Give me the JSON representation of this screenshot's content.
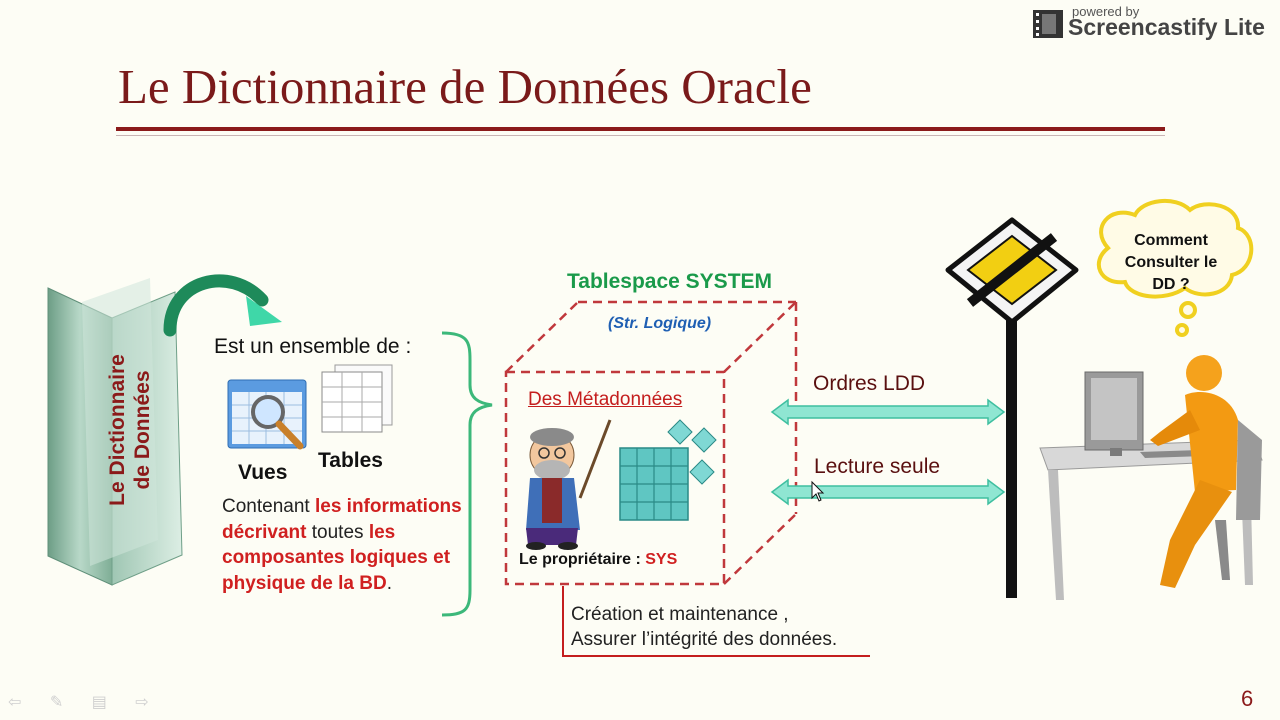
{
  "title": "Le Dictionnaire de Données Oracle",
  "watermark": {
    "powered": "powered by",
    "name": "Screencastify Lite"
  },
  "dictionary": {
    "label_line1": "Le Dictionnaire",
    "label_line2": "de Données"
  },
  "ensemble": {
    "label": "Est un ensemble de :",
    "vues": "Vues",
    "tables": "Tables",
    "desc_1": "Contenant ",
    "desc_2": "les informations décrivant",
    "desc_3": " toutes ",
    "desc_4": "les composantes logiques et physique de la BD",
    "desc_5": "."
  },
  "tablespace": {
    "title": "Tablespace SYSTEM",
    "subtitle": "(Str. Logique)",
    "metadata": "Des Métadonnées",
    "owner_label": "Le propriétaire : ",
    "owner_value": "SYS"
  },
  "arrows": {
    "ldd": "Ordres LDD",
    "readonly": "Lecture seule"
  },
  "maintenance": {
    "line1": "Création et maintenance ,",
    "line2": "Assurer l’intégrité des données."
  },
  "cloud": {
    "text": "Comment Consulter le DD ?"
  },
  "page_number": "6",
  "nav": "⇦ ✎ ▤ ⇨",
  "colors": {
    "title": "#7a1a1a",
    "accent_red": "#d02020",
    "green": "#1a9a4a",
    "blue": "#1f5fb3",
    "arrow": "#7be0c8"
  }
}
